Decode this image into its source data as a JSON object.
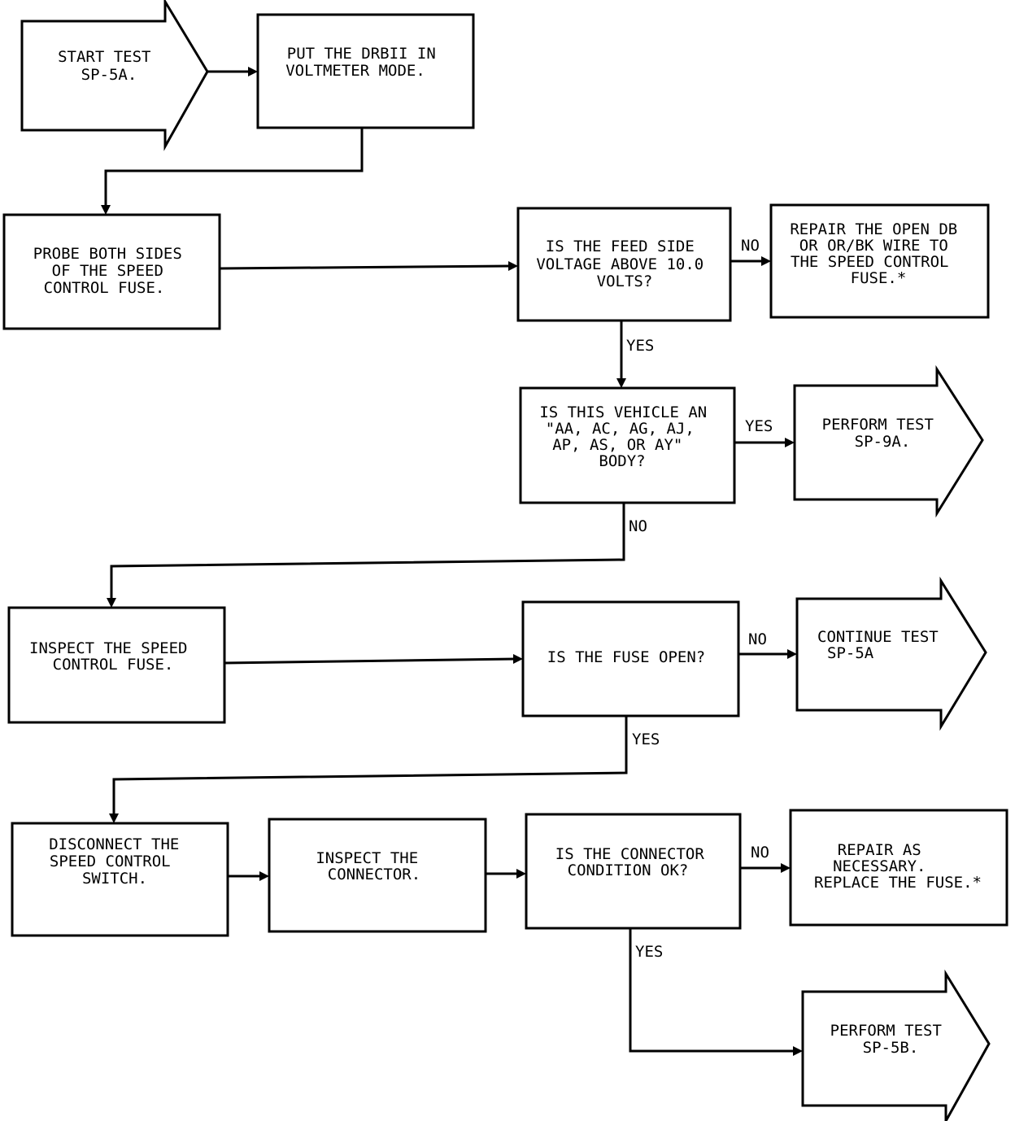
{
  "nodes": {
    "start_test": [
      "START TEST",
      "SP-5A."
    ],
    "put_drbii": [
      "PUT THE DRBII IN",
      "VOLTMETER MODE."
    ],
    "probe_fuse": [
      "PROBE BOTH SIDES",
      "OF THE SPEED",
      "CONTROL FUSE."
    ],
    "feed_voltage_q": [
      "IS THE FEED SIDE",
      "VOLTAGE ABOVE 10.0",
      "VOLTS?"
    ],
    "repair_wire": [
      "REPAIR THE OPEN DB",
      "OR OR/BK WIRE TO",
      "THE SPEED CONTROL",
      "FUSE.*"
    ],
    "vehicle_body_q": [
      "IS THIS VEHICLE AN",
      "\"AA, AC, AG, AJ,",
      "AP, AS, OR AY\"",
      "BODY?"
    ],
    "perform_sp9a": [
      "PERFORM TEST",
      "SP-9A."
    ],
    "inspect_fuse": [
      "INSPECT THE SPEED",
      "CONTROL FUSE."
    ],
    "fuse_open_q": [
      "IS THE FUSE OPEN?"
    ],
    "continue_sp5a": [
      "CONTINUE TEST",
      "SP-5A"
    ],
    "disconnect_switch": [
      "DISCONNECT THE",
      "SPEED CONTROL",
      "SWITCH."
    ],
    "inspect_connector": [
      "INSPECT THE",
      "CONNECTOR."
    ],
    "connector_ok_q": [
      "IS THE CONNECTOR",
      "CONDITION OK?"
    ],
    "repair_replace": [
      "REPAIR AS",
      "NECESSARY.",
      "REPLACE THE FUSE.*"
    ],
    "perform_sp5b": [
      "PERFORM TEST",
      "SP-5B."
    ]
  },
  "edge_labels": {
    "feed_no": "NO",
    "feed_yes": "YES",
    "body_yes": "YES",
    "body_no": "NO",
    "fuse_no": "NO",
    "fuse_yes": "YES",
    "conn_no": "NO",
    "conn_yes": "YES"
  }
}
